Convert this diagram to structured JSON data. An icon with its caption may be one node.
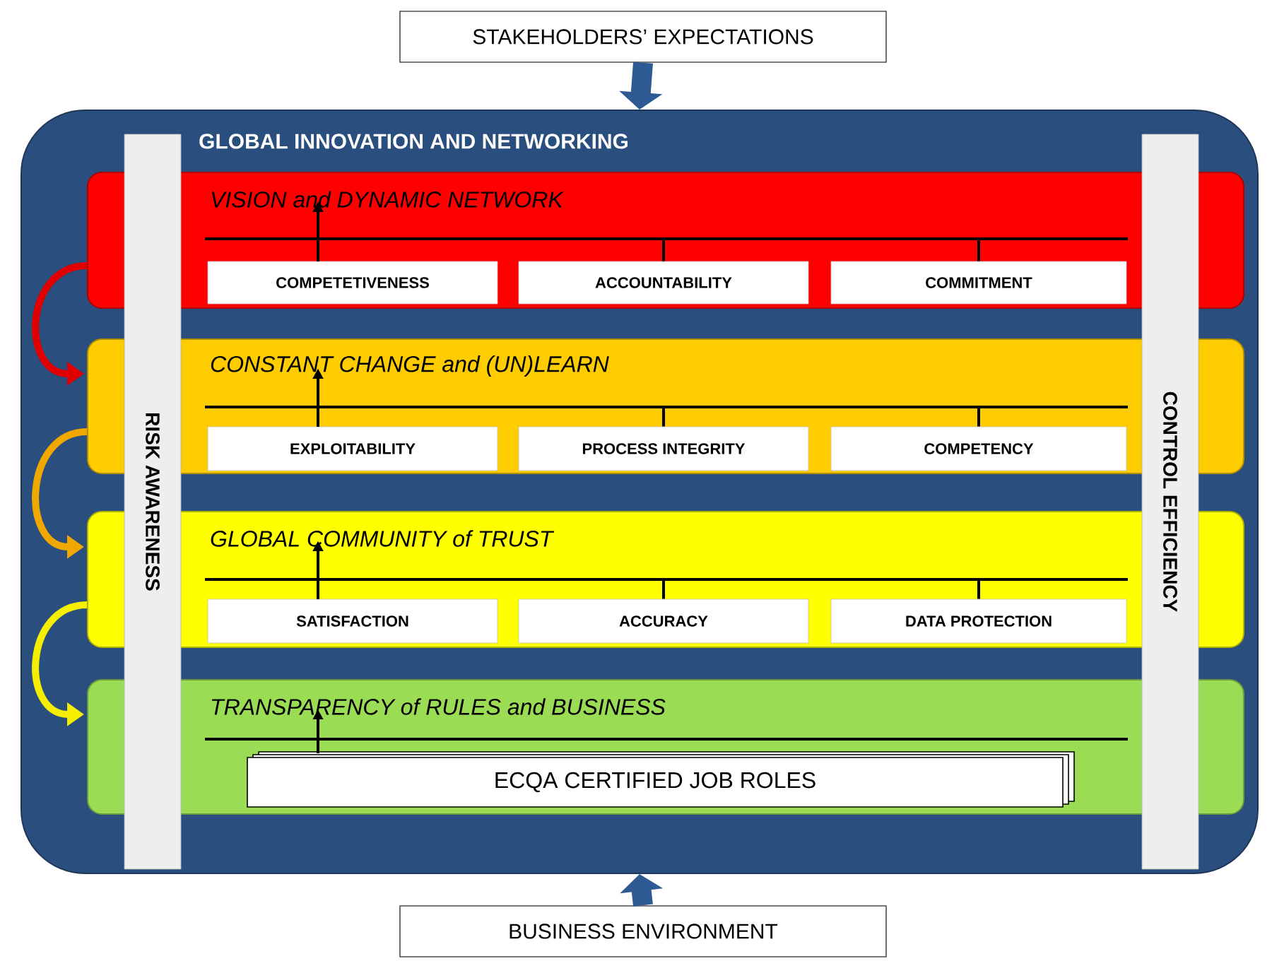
{
  "diagram": {
    "nodes": [
      {
        "text": [
          "STAKEHOLDERS’ EXPECTATIONS"
        ]
      },
      {
        "text": [
          "GLOBAL INNOVATION AND NETWORKING"
        ]
      },
      {
        "text": [
          "RISK AWARENESS"
        ],
        "in": 1
      },
      {
        "text": [
          "CONTROL EFFICIENCY"
        ],
        "in": 1
      },
      {
        "text": [
          "VISION and DYNAMIC NETWORK"
        ],
        "in": 1
      },
      {
        "text": [
          "COMPETETIVENESS"
        ],
        "in": 4
      },
      {
        "text": [
          "ACCOUNTABILITY"
        ],
        "in": 4
      },
      {
        "text": [
          "COMMITMENT"
        ],
        "in": 4
      },
      {
        "text": [
          "CONSTANT CHANGE and (UN)LEARN"
        ],
        "in": 1
      },
      {
        "text": [
          "EXPLOITABILITY"
        ],
        "in": 8
      },
      {
        "text": [
          "PROCESS INTEGRITY"
        ],
        "in": 8
      },
      {
        "text": [
          "COMPETENCY"
        ],
        "in": 8
      },
      {
        "text": [
          "GLOBAL COMMUNITY of TRUST"
        ],
        "in": 1
      },
      {
        "text": [
          "SATISFACTION"
        ],
        "in": 12
      },
      {
        "text": [
          "ACCURACY"
        ],
        "in": 12
      },
      {
        "text": [
          "DATA PROTECTION"
        ],
        "in": 12
      },
      {
        "text": [
          "TRANSPARENCY of RULES and BUSINESS"
        ],
        "in": 1
      },
      {
        "text": [
          "ECQA CERTIFIED JOB ROLES"
        ],
        "in": 16
      },
      {
        "text": [
          "BUSINESS ENVIRONMENT"
        ]
      }
    ],
    "edges": [
      {
        "from": 0,
        "to": 1,
        "arrow": "to",
        "style": "thick",
        "color": "#2e5a94"
      },
      {
        "from": 18,
        "to": 1,
        "arrow": "to",
        "style": "thick",
        "color": "#2e5a94"
      },
      {
        "from": 4,
        "to": 8,
        "arrow": "to",
        "style": "thick",
        "color": "#e00000"
      },
      {
        "from": 8,
        "to": 12,
        "arrow": "to",
        "style": "thick",
        "color": "#f0a800"
      },
      {
        "from": 12,
        "to": 16,
        "arrow": "to",
        "style": "thick",
        "color": "#f5ee00"
      },
      {
        "from": 5,
        "to": 4,
        "arrow": "to"
      },
      {
        "from": 6,
        "to": 4,
        "arrow": "to"
      },
      {
        "from": 7,
        "to": 4,
        "arrow": "to"
      },
      {
        "from": 9,
        "to": 8,
        "arrow": "to"
      },
      {
        "from": 10,
        "to": 8,
        "arrow": "to"
      },
      {
        "from": 11,
        "to": 8,
        "arrow": "to"
      },
      {
        "from": 13,
        "to": 12,
        "arrow": "to"
      },
      {
        "from": 14,
        "to": 12,
        "arrow": "to"
      },
      {
        "from": 15,
        "to": 12,
        "arrow": "to"
      },
      {
        "from": 17,
        "to": 16,
        "arrow": "to"
      }
    ]
  }
}
